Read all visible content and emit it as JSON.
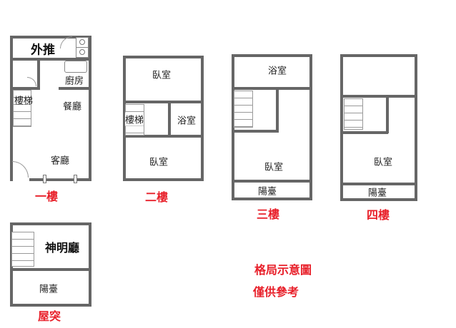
{
  "floor1": {
    "push_out": "外推",
    "kitchen": "廚房",
    "stairs": "樓梯",
    "dining": "餐廳",
    "living": "客廳",
    "title": "一樓"
  },
  "floor2": {
    "bedroom_top": "臥室",
    "stairs": "樓梯",
    "bathroom": "浴室",
    "bedroom_bottom": "臥室",
    "title": "二樓"
  },
  "floor3": {
    "bathroom": "浴室",
    "bedroom": "臥室",
    "balcony": "陽臺",
    "title": "三樓"
  },
  "floor4": {
    "bedroom": "臥室",
    "balcony": "陽臺",
    "title": "四樓"
  },
  "roof": {
    "shrine_hall": "神明廳",
    "balcony": "陽臺",
    "title": "屋突"
  },
  "note": {
    "line1": "格局示意圖",
    "line2": "僅供參考"
  },
  "colors": {
    "wall": "#666666",
    "title": "#e8202a"
  }
}
